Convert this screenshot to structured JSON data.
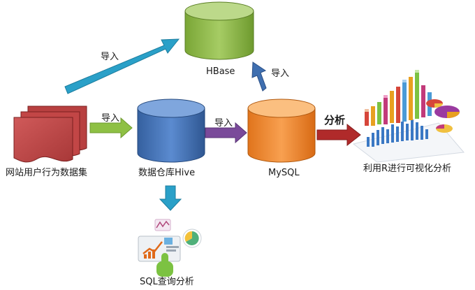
{
  "labels": {
    "source": "网站用户行为数据集",
    "warehouse": "数据仓库Hive",
    "hbase": "HBase",
    "mysql": "MySQL",
    "sql_analysis": "SQL查询分析",
    "r_visualization": "利用R进行可视化分析"
  },
  "edges": {
    "source_to_hive": "导入",
    "source_to_hbase": "导入",
    "hive_to_mysql": "导入",
    "mysql_to_hbase": "导入",
    "mysql_to_r": "分析"
  },
  "colors": {
    "hbase": "#8fba4a",
    "hive": "#4a78c0",
    "mysql": "#f28a30",
    "source": "#c8484a",
    "arrow_green": "#8ec044",
    "arrow_teal": "#2aa0c8",
    "arrow_purple": "#7a4a9a",
    "arrow_blue": "#3f6fb0",
    "arrow_red": "#b02a2a"
  },
  "icons": {
    "source": "document-stack-icon",
    "sql": "analytics-dashboard-icon",
    "r": "3d-bar-chart-icon"
  }
}
